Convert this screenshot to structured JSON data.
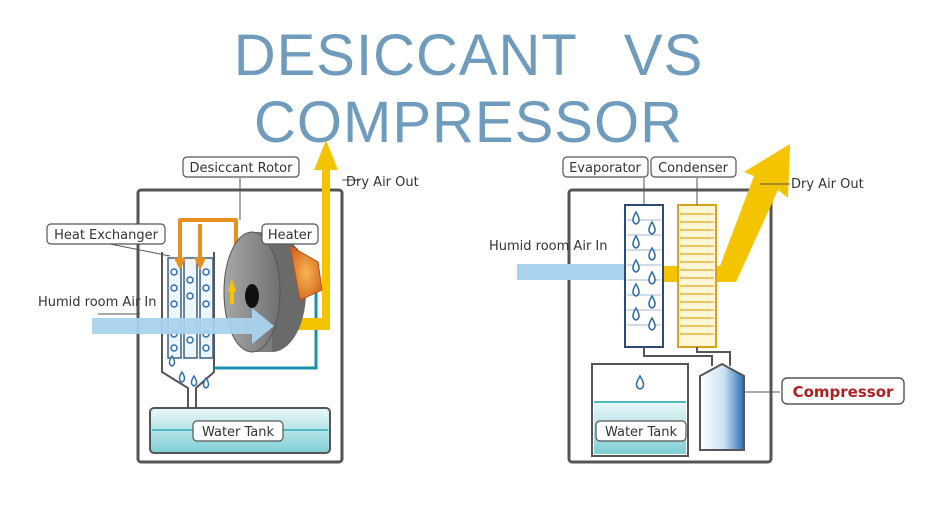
{
  "title": "DESICCANT  VS  COMPRESSOR",
  "desiccant": {
    "desiccant_rotor": "Desiccant Rotor",
    "dry_air_out": "Dry Air Out",
    "heat_exchanger": "Heat Exchanger",
    "heater": "Heater",
    "humid_air_in": "Humid room Air In",
    "water_tank": "Water Tank"
  },
  "compressor": {
    "evaporator": "Evaporator",
    "condenser": "Condenser",
    "dry_air_out": "Dry Air Out",
    "humid_air_in": "Humid room Air In",
    "compressor": "Compressor",
    "water_tank": "Water Tank"
  },
  "colors": {
    "title": "#6f9bbd",
    "air_in": "#a9d3ee",
    "dry_air": "#f5c400",
    "hot_air": "#e8901e",
    "water": "#8ad6dc",
    "duct": "#1c8fb0",
    "rotor": "#8a8a8a",
    "heater": "#e0782a",
    "compressor_label": "#b02020"
  }
}
